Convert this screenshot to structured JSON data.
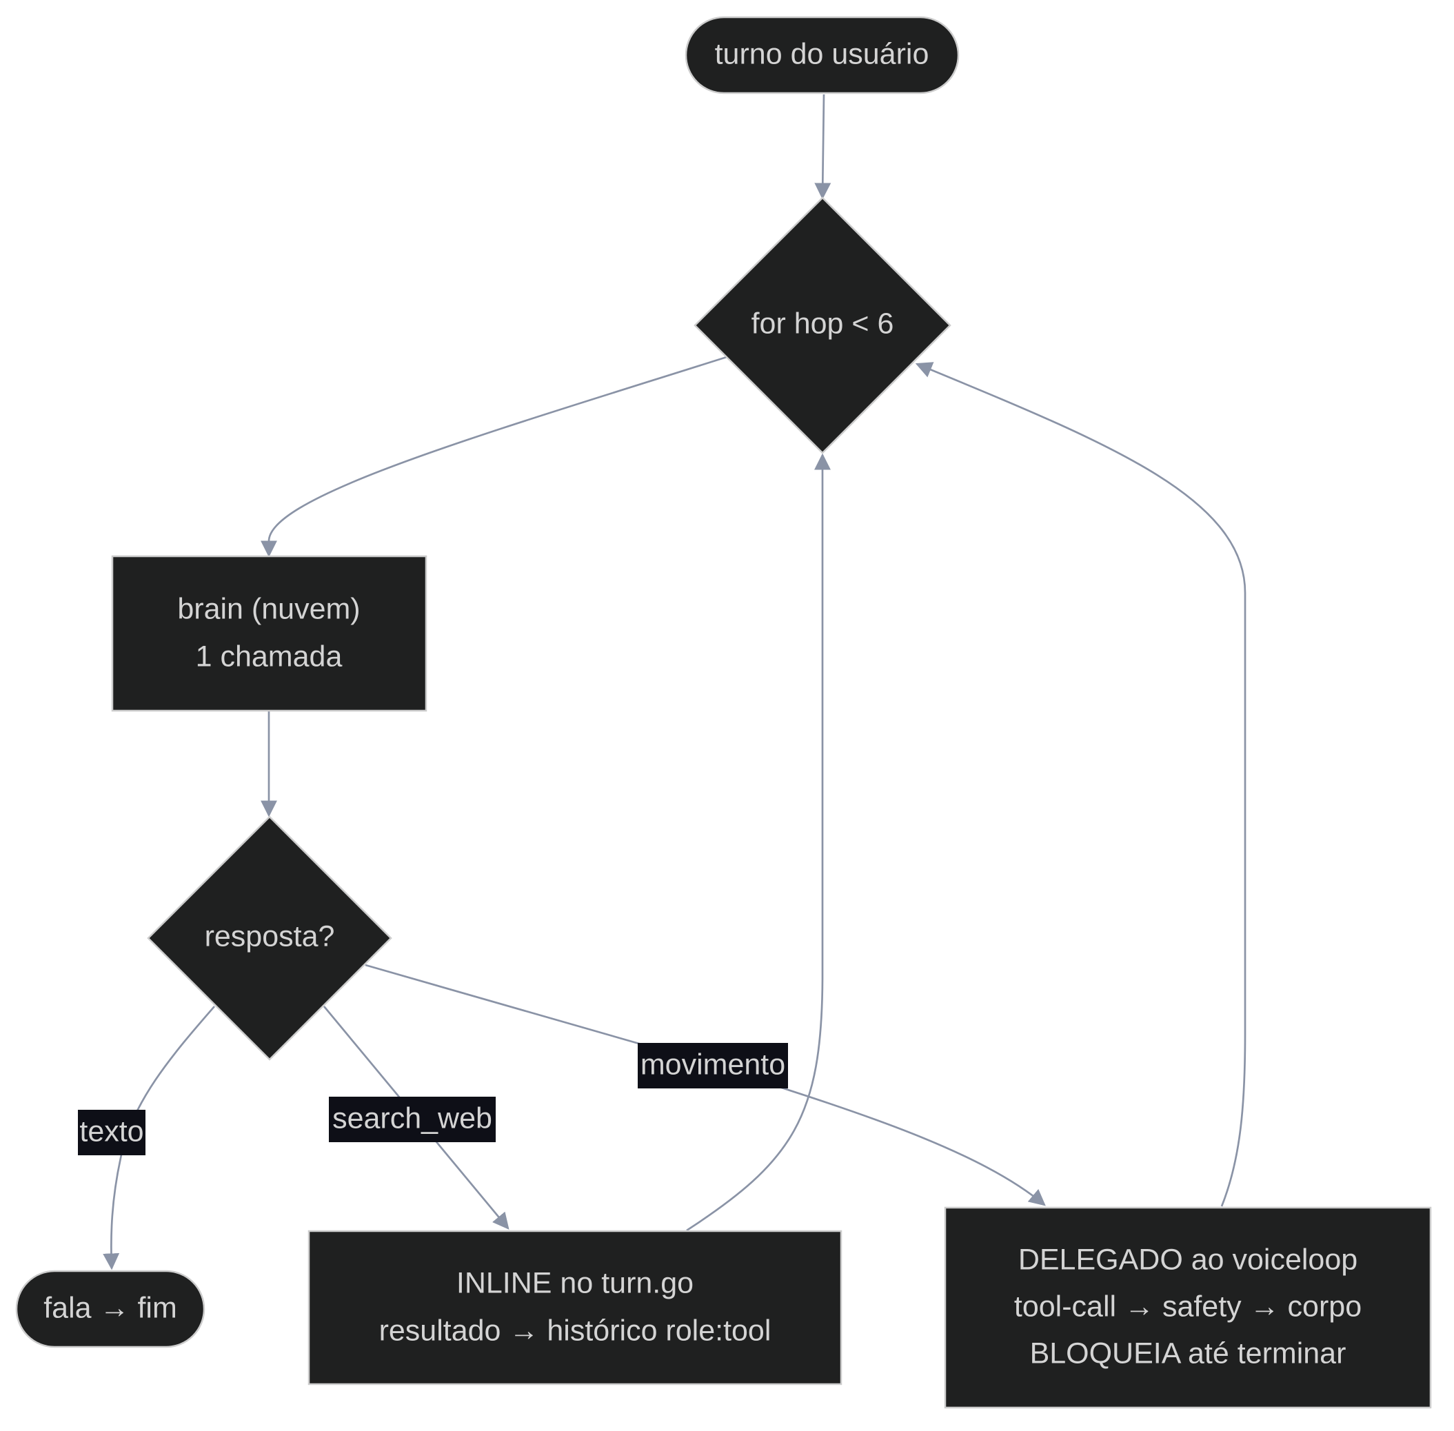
{
  "nodes": {
    "turno": "turno do usuário",
    "for_hop": "for hop < 6",
    "brain_line1": "brain (nuvem)",
    "brain_line2": "1 chamada",
    "resposta": "resposta?",
    "fala": "fala → fim",
    "inline_line1": "INLINE no turn.go",
    "inline_line2": "resultado → histórico role:tool",
    "delegado_line1": "DELEGADO ao voiceloop",
    "delegado_line2": "tool-call → safety → corpo",
    "delegado_line3": "BLOQUEIA até terminar"
  },
  "edges": {
    "texto": "texto",
    "search_web": "search_web",
    "movimento": "movimento"
  },
  "colors": {
    "node_fill": "#1f2020",
    "node_stroke": "#cccccc",
    "edge": "#8a93a6",
    "label_bg": "#0e0f17",
    "text": "#d4d4d4"
  }
}
